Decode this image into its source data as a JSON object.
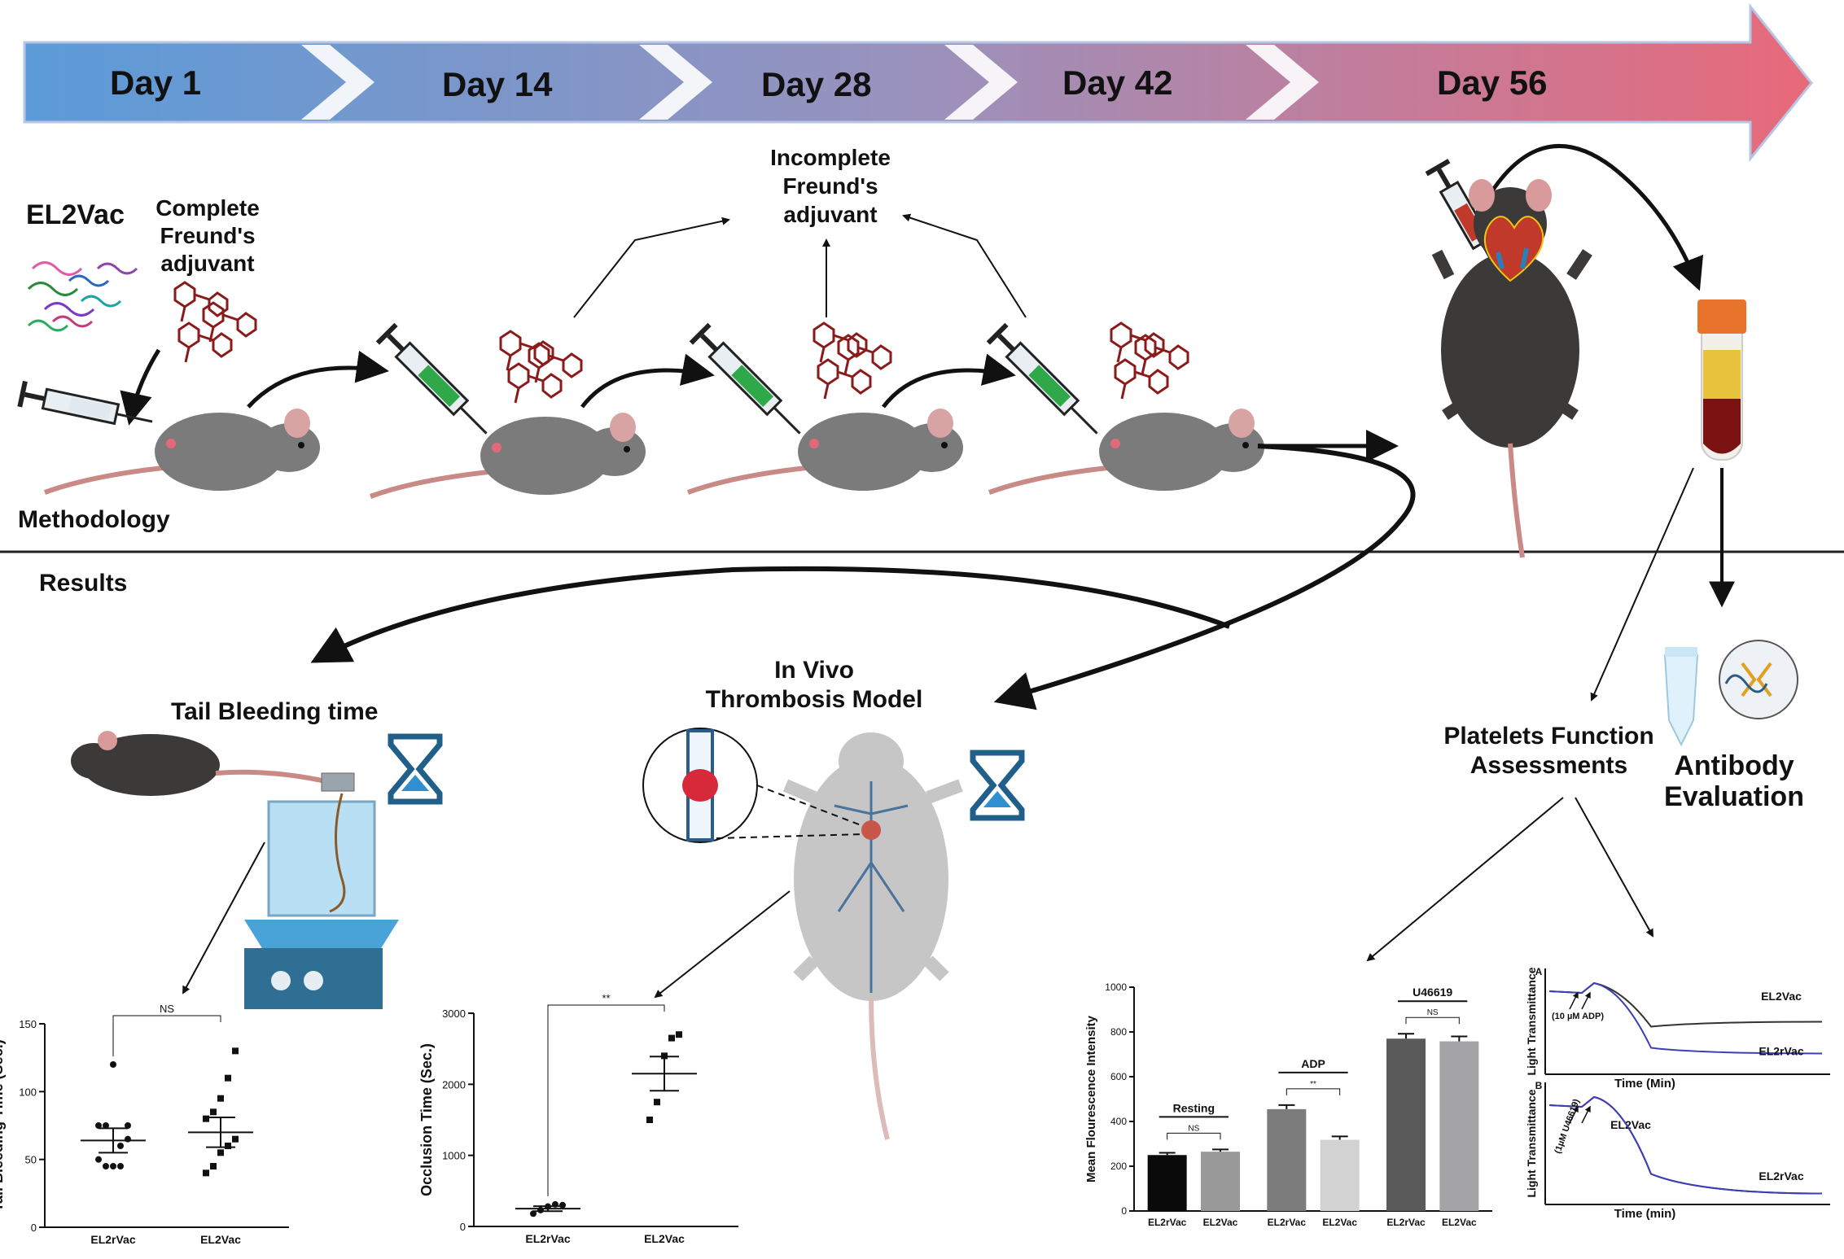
{
  "timeline": {
    "days": [
      "Day 1",
      "Day 14",
      "Day 28",
      "Day 42",
      "Day 56"
    ],
    "colors": {
      "start": "#5b9bd8",
      "end": "#e8697a"
    }
  },
  "labels": {
    "el2vac": "EL2Vac",
    "complete_adjuvant": [
      "Complete",
      "Freund's",
      "adjuvant"
    ],
    "incomplete_adjuvant": [
      "Incomplete",
      "Freund's",
      "adjuvant"
    ],
    "methodology": "Methodology",
    "results": "Results",
    "tail_bleeding": "Tail Bleeding time",
    "in_vivo": [
      "In Vivo",
      "Thrombosis Model"
    ],
    "platelets": [
      "Platelets Function",
      "Assessments"
    ],
    "antibody": [
      "Antibody",
      "Evaluation"
    ]
  },
  "chart_data": [
    {
      "type": "scatter",
      "ylabel": "Tail Bleeding Time  (Sec.)",
      "ylim": [
        0,
        150
      ],
      "yticks": [
        0,
        50,
        100,
        150
      ],
      "categories": [
        "EL2rVac",
        "EL2Vac"
      ],
      "significance": "NS",
      "series": [
        {
          "values": [
            50,
            45,
            45,
            60,
            65,
            75,
            75,
            120,
            45,
            75
          ],
          "mean": 64,
          "sem": 9,
          "marker": "circle"
        },
        {
          "values": [
            40,
            45,
            55,
            60,
            65,
            80,
            85,
            95,
            110,
            130
          ],
          "mean": 70,
          "sem": 11,
          "marker": "square"
        }
      ]
    },
    {
      "type": "scatter",
      "ylabel": "Occlusion Time  (Sec.)",
      "ylim": [
        0,
        3000
      ],
      "yticks": [
        0,
        1000,
        2000,
        3000
      ],
      "categories": [
        "EL2rVac",
        "EL2Vac"
      ],
      "significance": "**",
      "series": [
        {
          "values": [
            180,
            230,
            280,
            310,
            300
          ],
          "mean": 250,
          "sem": 35,
          "marker": "circle"
        },
        {
          "values": [
            1500,
            1750,
            2400,
            2650,
            2700
          ],
          "mean": 2150,
          "sem": 240,
          "marker": "square"
        }
      ]
    },
    {
      "type": "bar",
      "ylabel": "Mean  Flourescence Intensity",
      "ylim": [
        0,
        1000
      ],
      "yticks": [
        0,
        200,
        400,
        600,
        800,
        1000
      ],
      "categories": [
        "EL2rVac",
        "EL2Vac",
        "EL2rVac",
        "EL2Vac",
        "EL2rVac",
        "EL2Vac"
      ],
      "values": [
        250,
        265,
        455,
        318,
        770,
        758
      ],
      "errors": [
        10,
        10,
        18,
        15,
        22,
        22
      ],
      "bar_colors": [
        "#0a0a0a",
        "#999999",
        "#7c7c7c",
        "#d2d2d2",
        "#5a5a5a",
        "#a4a4a6"
      ],
      "groups": [
        {
          "name": "Resting",
          "significance": "NS"
        },
        {
          "name": "ADP",
          "significance": "**"
        },
        {
          "name": "U46619",
          "significance": "NS"
        }
      ]
    },
    {
      "type": "line",
      "panels": [
        {
          "panel": "A",
          "agonist": "(10 µM ADP)",
          "ylabel": "Light Transmittance",
          "xlabel": "Time (Min)",
          "series": [
            {
              "name": "EL2Vac",
              "color": "#333333",
              "level": 0.45
            },
            {
              "name": "EL2rVac",
              "color": "#3d3db8",
              "level": 0.15
            }
          ]
        },
        {
          "panel": "B",
          "agonist": "(1µM U46619)",
          "ylabel": "Light Transmittance",
          "xlabel": "Time (min)",
          "series": [
            {
              "name": "EL2Vac",
              "color": "#333333",
              "level": 0.05
            },
            {
              "name": "EL2rVac",
              "color": "#3d3db8",
              "level": 0.05
            }
          ]
        }
      ]
    }
  ]
}
